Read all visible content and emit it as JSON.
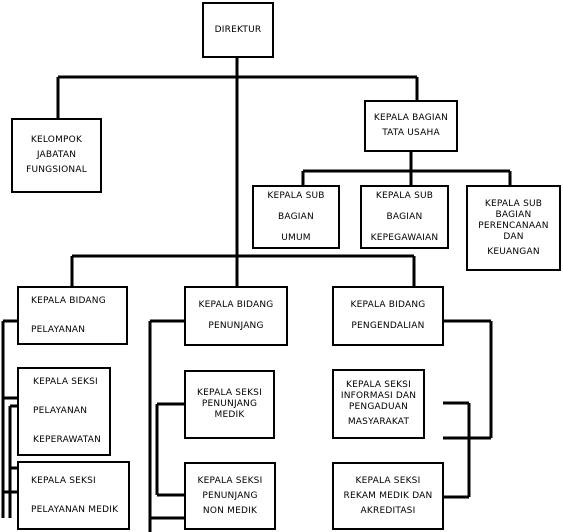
{
  "direktur": [
    "DIREKTUR"
  ],
  "kelompok_jabatan": [
    "KELOMPOK",
    "JABATAN",
    "FUNGSIONAL"
  ],
  "kepala_bagian_tu": [
    "KEPALA BAGIAN",
    "TATA USAHA"
  ],
  "sub_bagian_umum": [
    "KEPALA SUB",
    "BAGIAN",
    "UMUM"
  ],
  "sub_bagian_kepegawaian": [
    "KEPALA SUB",
    "BAGIAN",
    "KEPEGAWAIAN"
  ],
  "sub_bagian_perencanaan": [
    "KEPALA SUB",
    "BAGIAN",
    "PERENCANAAN",
    "DAN",
    "KEUANGAN"
  ],
  "bidang_pelayanan": [
    "KEPALA BIDANG",
    "PELAYANAN"
  ],
  "bidang_penunjang": [
    "KEPALA BIDANG",
    "PENUNJANG"
  ],
  "bidang_pengendalian": [
    "KEPALA BIDANG",
    "PENGENDALIAN"
  ],
  "seksi_pelayanan_keperawatan": [
    "KEPALA SEKSI",
    "PELAYANAN",
    "KEPERAWATAN"
  ],
  "seksi_pelayanan_medik": [
    "KEPALA SEKSI",
    "PELAYANAN MEDIK"
  ],
  "seksi_penunjang_medik": [
    "KEPALA SEKSI",
    "PENUNJANG",
    "MEDIK"
  ],
  "seksi_penunjang_non_medik": [
    "KEPALA SEKSI",
    "PENUNJANG",
    "NON MEDIK"
  ],
  "seksi_informasi": [
    "KEPALA SEKSI",
    "INFORMASI DAN",
    "PENGADUAN",
    "MASYARAKAT"
  ],
  "seksi_rekam_medik": [
    "KEPALA SEKSI",
    "REKAM MEDIK DAN",
    "AKREDITASI"
  ]
}
